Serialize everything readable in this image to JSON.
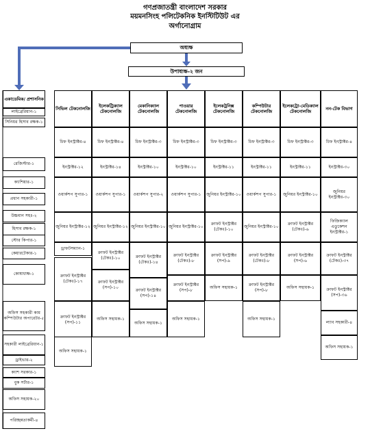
{
  "title": {
    "line1": "গণপ্রজাতন্ত্রী বাংলাদেশ সরকার",
    "line2": "ময়মনসিংহ পলিটেকনিক ইনস্টিটিউট এর",
    "line3": "অর্গানোগ্রাম"
  },
  "top": {
    "principal": "অধ্যক্ষ",
    "vice_principal": "উপাধ্যক্ষ-২ জন"
  },
  "admin": {
    "header": "একাডেমিক/ প্রশাসনিক",
    "items": [
      "লাইব্রেরিয়ান-১",
      "সিনিয়র হিসাব রক্ষক-১",
      "রেজিস্টার-১",
      "ক্যাশিয়ার-১",
      "প্রধান সহকারী-১",
      "উচ্চমান সহঃ-২",
      "হিসাব রক্ষক-১",
      "স্টোর কিপার-১",
      "কেয়ারটেকার-১",
      "কোষাধ্যক্ষ-১",
      "অফিস সহকারী কাম কম্পিউটার অপারেটর-৫",
      "সহকারী লাইব্রেরিয়ান-১",
      "ড্রাইভার-২",
      "ক্যাশ সরকার-১",
      "বুক সর্টার-১",
      "অফিস সহায়ক-২০",
      "পরিচ্ছন্নতাকর্মী-৪"
    ]
  },
  "departments": [
    {
      "name": "সিভিল টেকনোলজি",
      "cells": [
        "চিফ ইনস্ট্রাক্টর-৪",
        "ইনস্ট্রাক্টর-১২",
        "ওয়ার্কশপ সুপার-১",
        "জুনিয়র ইনস্ট্রাক্টর-১২",
        "ড্রাফটসম্যান-১",
        "ক্রাফট ইনস্ট্রাক্টর (টেকঃ)-১৭",
        "ক্রাফট ইনস্ট্রাক্টর (সপ)-১১",
        "অফিস সহায়ক-১"
      ]
    },
    {
      "name": "ইলেকট্রিক্যাল টেকনোলজি",
      "cells": [
        "চিফ ইনস্ট্রাক্টর-৪",
        "ইনস্ট্রাক্টর-১৪",
        "ওয়ার্কশপ সুপার-১",
        "জুনিয়র ইনস্ট্রাক্টর-১২",
        "ক্রাফট ইনস্ট্রাক্টর (টেকঃ)-১০",
        "ক্রাফট ইনস্ট্রাক্টর (সপ)-১০",
        "অফিস সহায়ক-১"
      ]
    },
    {
      "name": "মেকানিক্যাল টেকনোলজি",
      "cells": [
        "চিফ ইনস্ট্রাক্টর-৩",
        "ইনস্ট্রাক্টর-১০",
        "ওয়ার্কশপ সুপার-২",
        "জুনিয়র ইনস্ট্রাক্টর-১০",
        "ক্রাফট ইনস্ট্রাক্টর (টেকঃ)-১৪",
        "ক্রাফট ইনস্ট্রাক্টর (সপ)-১৪",
        "অফিস সহায়ক-১"
      ]
    },
    {
      "name": "পাওয়ার টেকনোলজি",
      "cells": [
        "চিফ ইনস্ট্রাক্টর-৩",
        "ইনস্ট্রাক্টর-১০",
        "ওয়ার্কশপ সুপার-১",
        "জুনিয়র ইনস্ট্রাক্টর-১০",
        "ক্রাফট ইনস্ট্রাক্টর (টেকঃ)-৮",
        "ক্রাফট ইনস্ট্রাক্টর (সপ)-৮",
        "অফিস সহায়ক-১"
      ]
    },
    {
      "name": "ইলেকট্রনিক্স টেকনোলজি",
      "cells": [
        "চিফ ইনস্ট্রাক্টর-৩",
        "ইনস্ট্রাক্টর-১১",
        "জুনিয়র ইনস্ট্রাক্টর-১০",
        "ক্রাফট ইনস্ট্রাক্টর (টেকঃ)-১০",
        "ক্রাফট ইনস্ট্রাক্টর (সপ)-৯",
        "অফিস সহায়ক-১"
      ]
    },
    {
      "name": "কম্পিউটার টেকনোলজি",
      "cells": [
        "চিফ ইনস্ট্রাক্টর-৩",
        "ইনস্ট্রাক্টর-১১",
        "ওয়ার্কশপ সুপার-১",
        "জুনিয়র ইনস্ট্রাক্টর-১০",
        "ক্রাফট ইনস্ট্রাক্টর (টেকঃ)-৮",
        "ক্রাফট ইনস্ট্রাক্টর (সপ)-৮",
        "অফিস সহায়ক-১"
      ]
    },
    {
      "name": "ইলেকট্রো-মেডিক্যাল টেকনোলজি",
      "cells": [
        "চিফ ইনস্ট্রাক্টর-৩",
        "ইনস্ট্রাক্টর-১১",
        "জুনিয়র ইনস্ট্রাক্টর-১০",
        "ক্রাফট ইনস্ট্রাক্টর (টেকঃ)-৬",
        "ক্রাফট ইনস্ট্রাক্টর (সপ)-৬",
        "অফিস সহায়ক-১"
      ]
    },
    {
      "name": "নন-টেক বিভাগ",
      "cells": [
        "চিফ ইনস্ট্রাক্টর-৪",
        "ইনস্ট্রাক্টর-৩০",
        "জুনিয়র ইনস্ট্রাক্টর-৩০",
        "ফিজিক্যাল এডুকেশন ইনস্ট্রাক্টর-১",
        "ক্রাফট ইনস্ট্রাক্টর (টেকঃ)-৩৭",
        "ক্রাফট ইনস্ট্রাক্টর (সপ)-৩৬",
        "ল্যাব সহকারী-৪",
        "অফিস সহায়ক-১"
      ]
    }
  ]
}
